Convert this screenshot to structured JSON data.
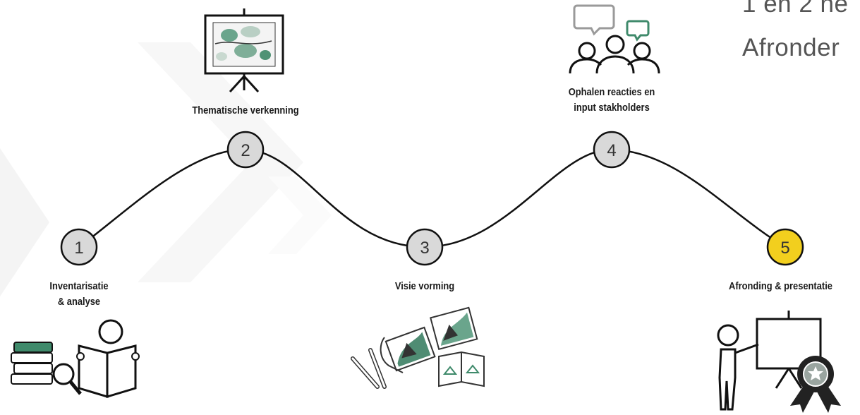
{
  "steps": [
    {
      "number": "1",
      "label_line1": "Inventarisatie",
      "label_line2": "& analyse",
      "icon": "reading-books-icon"
    },
    {
      "number": "2",
      "label_line1": "Thematische verkenning",
      "label_line2": "",
      "icon": "presentation-map-board-icon"
    },
    {
      "number": "3",
      "label_line1": "Visie vorming",
      "label_line2": "",
      "icon": "maps-and-pencils-icon"
    },
    {
      "number": "4",
      "label_line1": "Ophalen reacties en",
      "label_line2": "input stakholders",
      "icon": "stakeholders-speech-icon"
    },
    {
      "number": "5",
      "label_line1": "Afronding & presentatie",
      "label_line2": "",
      "icon": "presenter-award-icon"
    }
  ],
  "side_text": {
    "line1": "1 en 2 ne",
    "line2": "Afronder"
  },
  "colors": {
    "node_fill": "#d9d9d9",
    "node_active_fill": "#f2cf1e",
    "node_stroke": "#1a1a1a",
    "accent_green": "#3f8a6b",
    "chevron": "#f3f3f3"
  }
}
